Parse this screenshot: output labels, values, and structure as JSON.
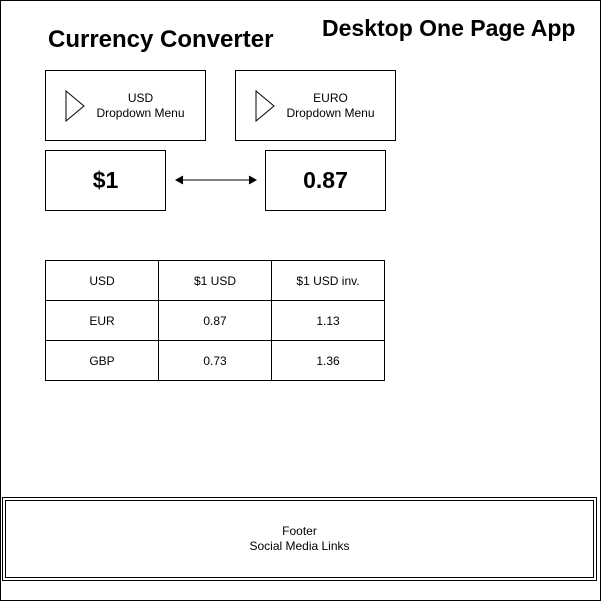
{
  "app_label": "Desktop One Page App",
  "title": "Currency Converter",
  "converter": {
    "from_dropdown": {
      "currency": "USD",
      "caption": "Dropdown Menu"
    },
    "to_dropdown": {
      "currency": "EURO",
      "caption": "Dropdown Menu"
    },
    "from_amount": "$1",
    "to_amount": "0.87"
  },
  "rates_table": {
    "header": [
      "USD",
      "$1 USD",
      "$1 USD inv."
    ],
    "rows": [
      [
        "EUR",
        "0.87",
        "1.13"
      ],
      [
        "GBP",
        "0.73",
        "1.36"
      ]
    ]
  },
  "footer": {
    "line1": "Footer",
    "line2": "Social Media Links"
  }
}
